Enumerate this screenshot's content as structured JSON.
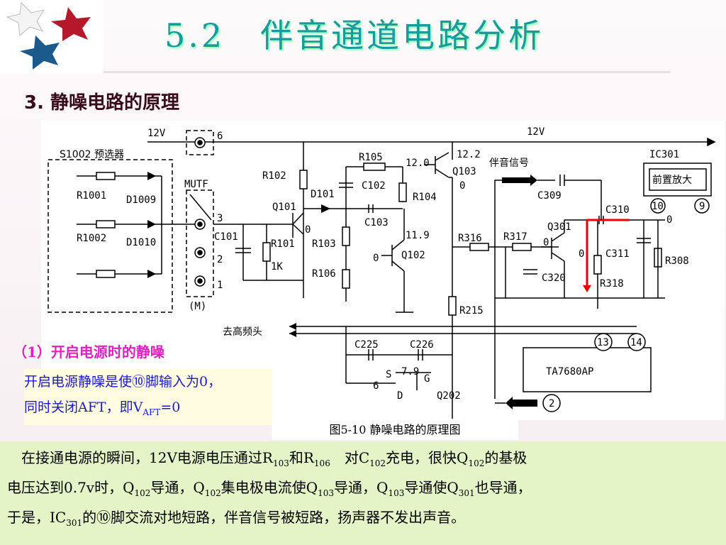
{
  "title": "5.2　伴音通道电路分析",
  "section_heading": "3.  静噪电路的原理",
  "subheading": "（1）开启电源时的静噪",
  "note": {
    "line1": "开启电源静噪是使⑩脚输入为0，",
    "line2_a": "同时关闭AFT，即V",
    "line2_sub": "AFT",
    "line2_b": "=0"
  },
  "caption": "图5-10 静噪电路的原理图",
  "paragraph": {
    "l1_a": "　在接通电源的瞬间，12V电源电压通过R",
    "l1_s1": "103",
    "l1_b": "和R",
    "l1_s2": "106",
    "l1_c": "　对C",
    "l1_s3": "102",
    "l1_d": "充电，很快Q",
    "l1_s4": "102",
    "l1_e": "的基极",
    "l2_a": "电压达到0.7v时，Q",
    "l2_s1": "102",
    "l2_b": "导通，Q",
    "l2_s2": "102",
    "l2_c": "集电极电流使Q",
    "l2_s3": "103",
    "l2_d": "导通，Q",
    "l2_s4": "103",
    "l2_e": "导通使Q",
    "l2_s5": "301",
    "l2_f": "也导通，",
    "l3_a": "于是，IC",
    "l3_s1": "301",
    "l3_b": "的⑩脚交流对地短路，伴音信号被短路，扬声器不发出声音。"
  },
  "diagram_labels": {
    "v12_left": "12V",
    "pin6": "6",
    "v12_right": "12V",
    "s1002": "S1002  预选器",
    "r1001": "R1001",
    "d1009": "D1009",
    "r1002": "R1002",
    "d1010": "D1010",
    "mutf": "MUTF",
    "pin3": "3",
    "pin2": "2",
    "pin1": "1",
    "m_label": "(M)",
    "c101": "C101",
    "r101": "R101",
    "r101_val": "1K",
    "r102": "R102",
    "q101": "Q101",
    "q101_v": "0",
    "d101": "D101",
    "c102": "C102",
    "r105": "R105",
    "v12_0": "12.0",
    "v12_2": "12.2",
    "q103": "Q103",
    "q103_v": "0",
    "r104": "R104",
    "c103": "C103",
    "v11_9": "11.9",
    "r103": "R103",
    "q102": "Q102",
    "q102_v": "0",
    "r106": "R106",
    "sound_signal": "伴音信号",
    "c309": "C309",
    "r316": "R316",
    "r317": "R317",
    "q301": "Q301",
    "q301_v1": "0",
    "q301_v2": "0",
    "c320": "C320",
    "r318": "R318",
    "c310": "C310",
    "c311": "C311",
    "r308": "R308",
    "ic301": "IC301",
    "preamp": "前置放大",
    "pin10": "10",
    "pin9": "9",
    "pin10_v": "0",
    "r215": "R215",
    "to_hf": "去高频头",
    "c225": "C225",
    "c226": "C226",
    "s": "S",
    "v7_9": "7.9",
    "g": "G",
    "d": "D",
    "v6": "6",
    "q202": "Q202",
    "pin13": "13",
    "pin14": "14",
    "ta7680": "TA7680AP",
    "pin2b": "2"
  }
}
